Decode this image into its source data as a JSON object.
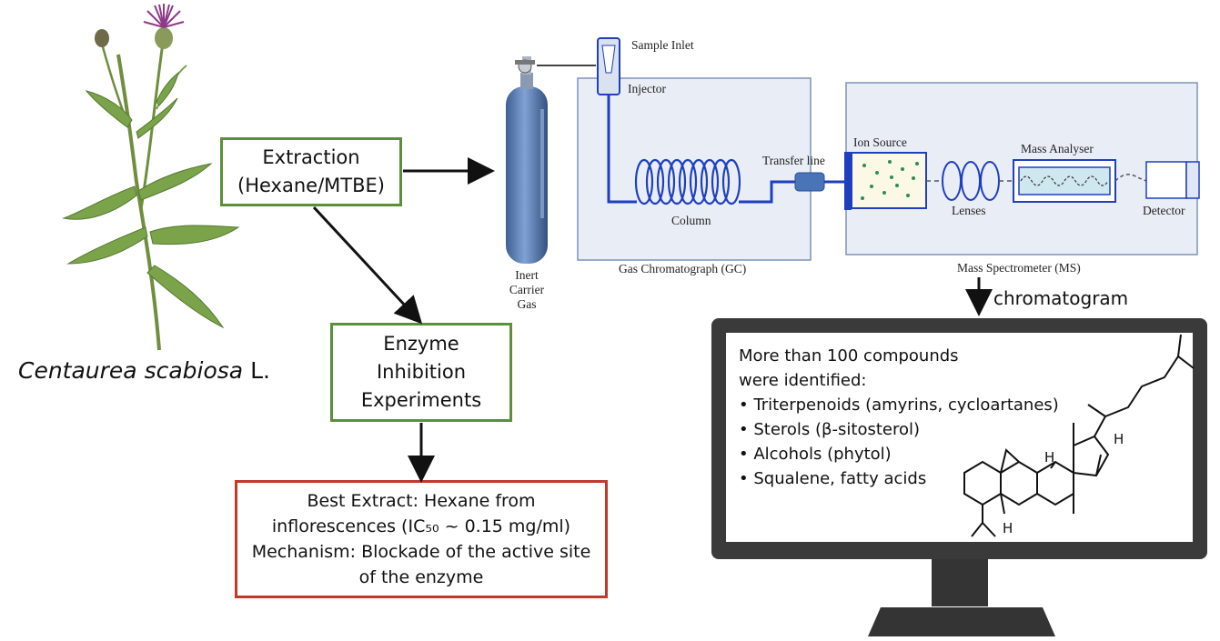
{
  "species": {
    "name": "Centaurea scabiosa",
    "authority": " L."
  },
  "boxes": {
    "extraction": [
      "Extraction",
      "(Hexane/MTBE)"
    ],
    "enzyme": [
      "Enzyme",
      "Inhibition",
      "Experiments"
    ],
    "best": [
      "Best Extract: Hexane from",
      "inflorescences (IC₅₀ ~ 0.15 mg/ml)",
      "Mechanism: Blockade of the active site",
      "of the enzyme"
    ]
  },
  "gcms": {
    "sample_inlet": "Sample Inlet",
    "injector": "Injector",
    "column": "Column",
    "transfer_line": "Transfer line",
    "gc_label": "Gas Chromatograph (GC)",
    "ms_label": "Mass Spectrometer (MS)",
    "gas": [
      "Inert",
      "Carrier",
      "Gas"
    ],
    "ion_source": "Ion Source",
    "lenses": "Lenses",
    "mass_analyser": "Mass Analyser",
    "detector": "Detector"
  },
  "chromatogram": "chromatogram",
  "monitor": {
    "lines": [
      "More than 100 compounds",
      "were identified:",
      "• Triterpenoids (amyrins, cycloartanes)",
      "• Sterols (β-sitosterol)",
      "• Alcohols (phytol)",
      "• Squalene, fatty acids"
    ],
    "h_labels": [
      "H",
      "H",
      "H"
    ]
  },
  "colors": {
    "green": "#5b8f3a",
    "red": "#c0392b",
    "blue": "#1f3fbf",
    "cylinder": "#5a7fb3",
    "monitor": "#3a3a3a"
  }
}
